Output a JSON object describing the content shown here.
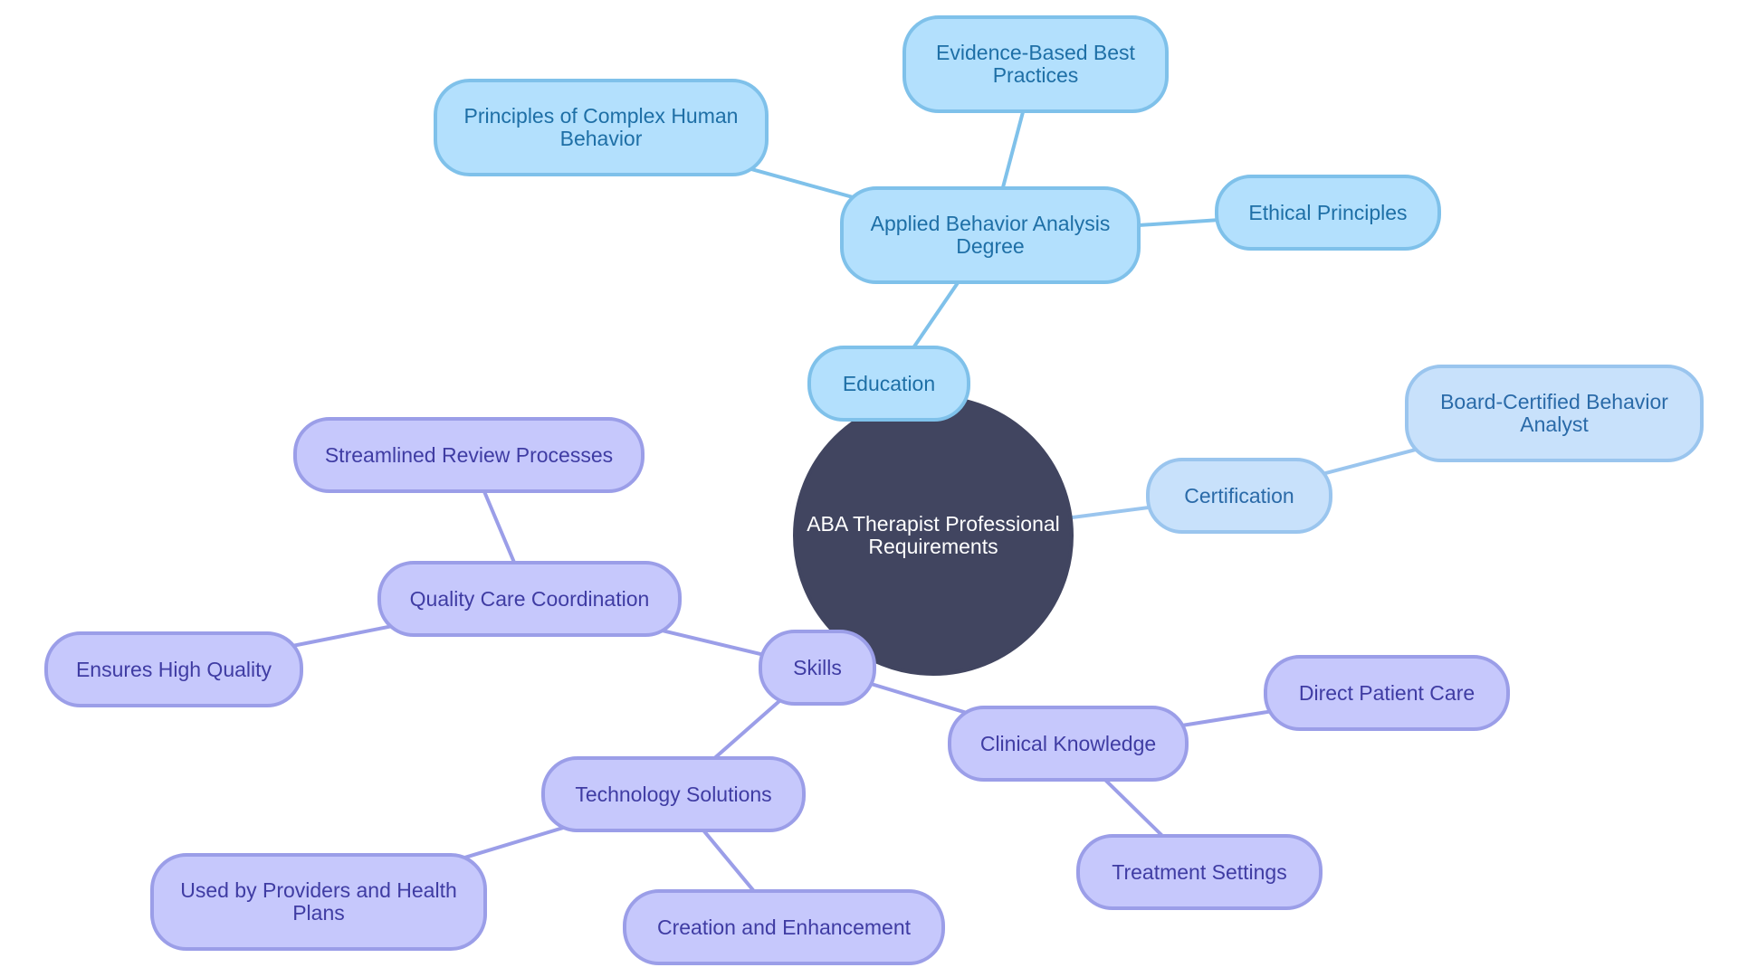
{
  "diagram": {
    "type": "mindmap",
    "colors": {
      "center": "#414560",
      "education": "#b3e0fd",
      "education_border": "#7fc1ea",
      "certification": "#c8e1fb",
      "certification_border": "#9ac5ee",
      "skills": "#c6c8fc",
      "skills_border": "#9b9ee8"
    },
    "nodes": {
      "root": "ABA Therapist Professional Requirements",
      "education": "Education",
      "aba_degree": "Applied Behavior Analysis Degree",
      "complex_behavior": "Principles of Complex Human Behavior",
      "evidence_based": "Evidence-Based Best Practices",
      "ethical": "Ethical Principles",
      "certification": "Certification",
      "bcba": "Board-Certified Behavior Analyst",
      "skills": "Skills",
      "quality_care": "Quality Care Coordination",
      "streamlined": "Streamlined Review Processes",
      "high_quality": "Ensures High Quality",
      "clinical": "Clinical Knowledge",
      "direct_care": "Direct Patient Care",
      "treatment": "Treatment Settings",
      "technology": "Technology Solutions",
      "providers": "Used by Providers and Health Plans",
      "creation": "Creation and Enhancement"
    },
    "edges": [
      [
        "root",
        "education"
      ],
      [
        "education",
        "aba_degree"
      ],
      [
        "aba_degree",
        "complex_behavior"
      ],
      [
        "aba_degree",
        "evidence_based"
      ],
      [
        "aba_degree",
        "ethical"
      ],
      [
        "root",
        "certification"
      ],
      [
        "certification",
        "bcba"
      ],
      [
        "root",
        "skills"
      ],
      [
        "skills",
        "quality_care"
      ],
      [
        "quality_care",
        "streamlined"
      ],
      [
        "quality_care",
        "high_quality"
      ],
      [
        "skills",
        "clinical"
      ],
      [
        "clinical",
        "direct_care"
      ],
      [
        "clinical",
        "treatment"
      ],
      [
        "skills",
        "technology"
      ],
      [
        "technology",
        "providers"
      ],
      [
        "technology",
        "creation"
      ]
    ]
  }
}
